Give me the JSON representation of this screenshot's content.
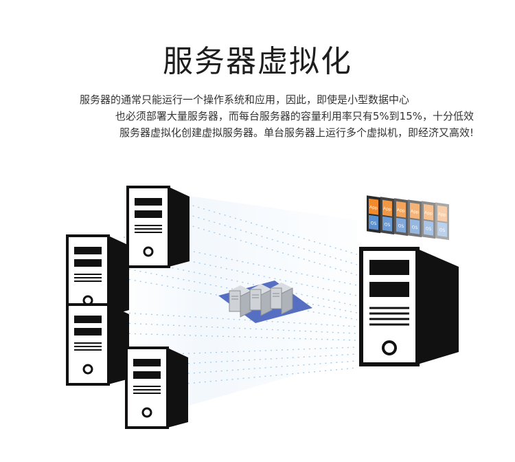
{
  "header": {
    "title": "服务器虚拟化"
  },
  "description": {
    "lines": [
      "服务器的通常只能运行一个操作系统和应用，因此，即使是小型数据中心",
      "也必须部署大量服务器，而每台服务器的容量利用率只有5%到15%，十分低效",
      "服务器虚拟化创建虚拟服务器。单台服务器上运行多个虚拟机，即经济又高效!"
    ]
  },
  "illustration": {
    "vm_cards": [
      {
        "app": "App",
        "os": "OS"
      },
      {
        "app": "App",
        "os": "OS"
      },
      {
        "app": "App",
        "os": "OS"
      },
      {
        "app": "App",
        "os": "OS"
      },
      {
        "app": "App",
        "os": "OS"
      },
      {
        "app": "App",
        "os": "OS"
      }
    ],
    "colors": {
      "tower": "#111111",
      "app_orange": "#f08a2c",
      "os_blue": "#5a8fd0",
      "stream_blue": "#7fb6e6",
      "platform": "#3a56b8"
    }
  }
}
